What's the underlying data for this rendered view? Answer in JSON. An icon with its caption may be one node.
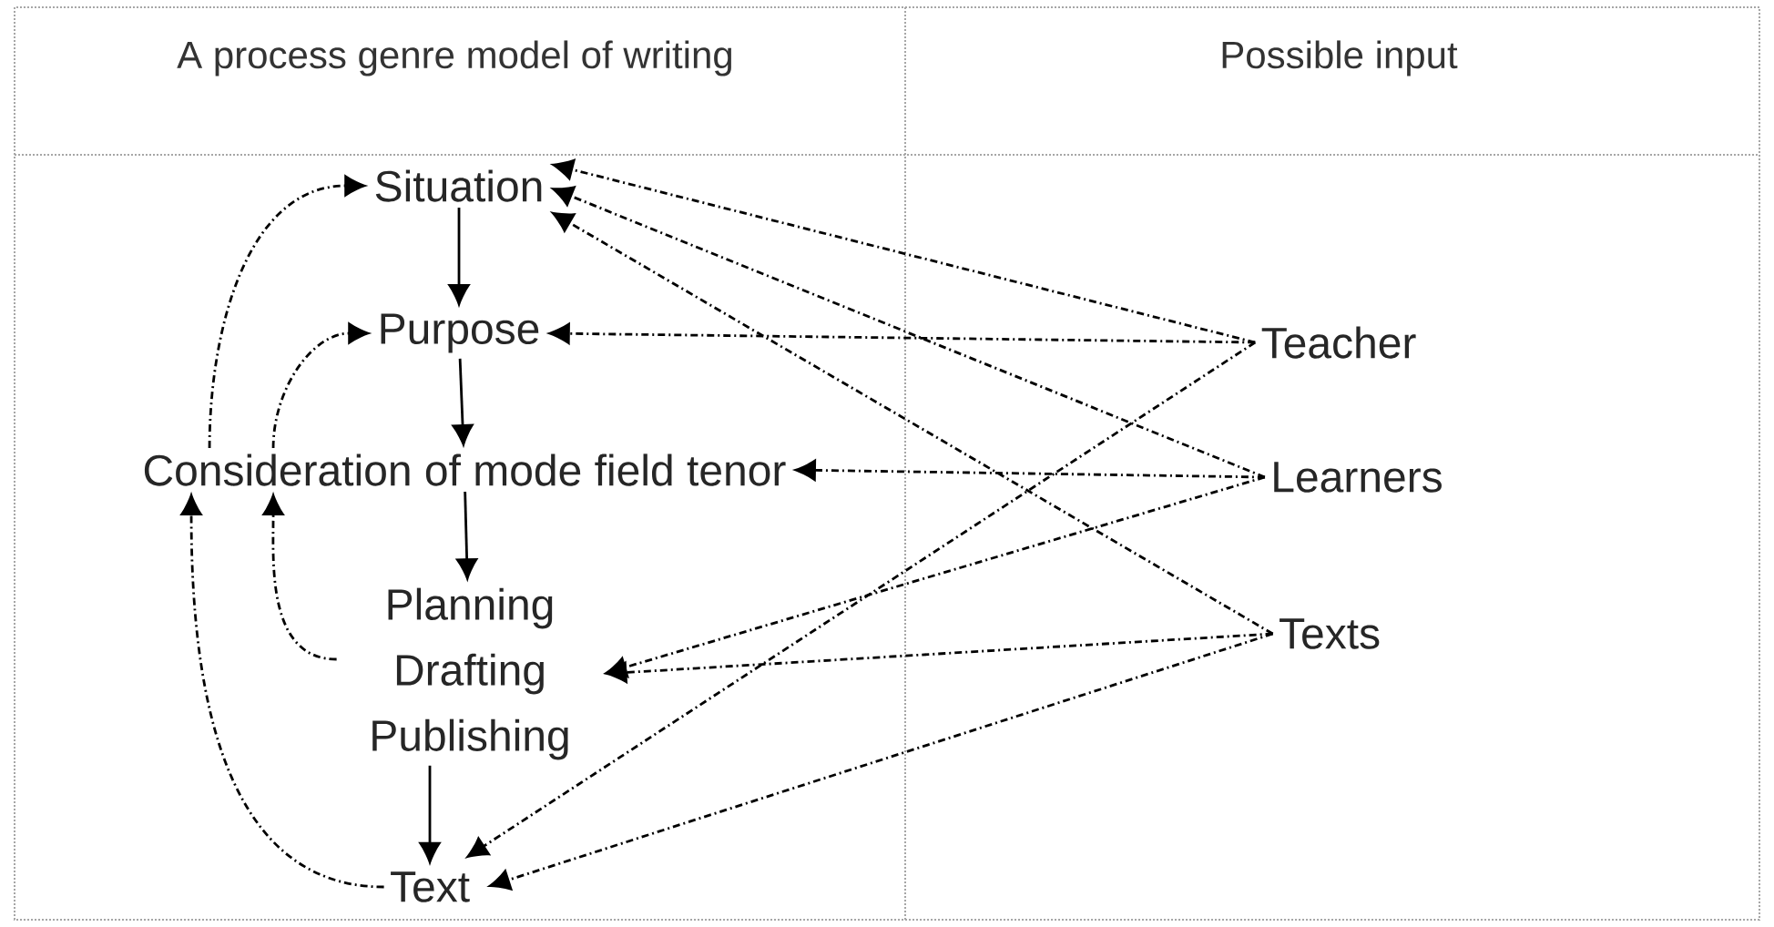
{
  "diagram": {
    "nodes": [
      {
        "text": [
          "Situation"
        ]
      },
      {
        "text": [
          "Purpose"
        ]
      },
      {
        "text": [
          "Consideration of mode field tenor"
        ]
      },
      {
        "text": [
          "Planning Drafting Publishing"
        ]
      },
      {
        "text": [
          "Text"
        ]
      },
      {
        "text": [
          "Teacher"
        ]
      },
      {
        "text": [
          "Learners"
        ]
      },
      {
        "text": [
          "Texts"
        ]
      }
    ],
    "edges": [
      {
        "from": 0,
        "to": 1,
        "arrow": "to"
      },
      {
        "from": 1,
        "to": 2,
        "arrow": "to"
      },
      {
        "from": 2,
        "to": 3,
        "arrow": "to"
      },
      {
        "from": 3,
        "to": 4,
        "arrow": "to"
      },
      {
        "from": 4,
        "to": 2,
        "arrow": "to",
        "style": "dashed"
      },
      {
        "from": 2,
        "to": 0,
        "arrow": "to",
        "style": "dashed"
      },
      {
        "from": 3,
        "to": 2,
        "arrow": "to",
        "style": "dashed"
      },
      {
        "from": 2,
        "to": 1,
        "arrow": "to",
        "style": "dashed"
      },
      {
        "from": 5,
        "to": 0,
        "arrow": "to",
        "style": "dashed"
      },
      {
        "from": 5,
        "to": 1,
        "arrow": "to",
        "style": "dashed"
      },
      {
        "from": 5,
        "to": 4,
        "arrow": "to",
        "style": "dashed"
      },
      {
        "from": 6,
        "to": 0,
        "arrow": "to",
        "style": "dashed"
      },
      {
        "from": 6,
        "to": 2,
        "arrow": "to",
        "style": "dashed"
      },
      {
        "from": 6,
        "to": 3,
        "arrow": "to",
        "style": "dashed"
      },
      {
        "from": 7,
        "to": 0,
        "arrow": "to",
        "style": "dashed"
      },
      {
        "from": 7,
        "to": 3,
        "arrow": "to",
        "style": "dashed"
      },
      {
        "from": 7,
        "to": 4,
        "arrow": "to",
        "style": "dashed"
      }
    ],
    "labels": [
      "A process genre model of writing",
      "Possible input"
    ]
  }
}
